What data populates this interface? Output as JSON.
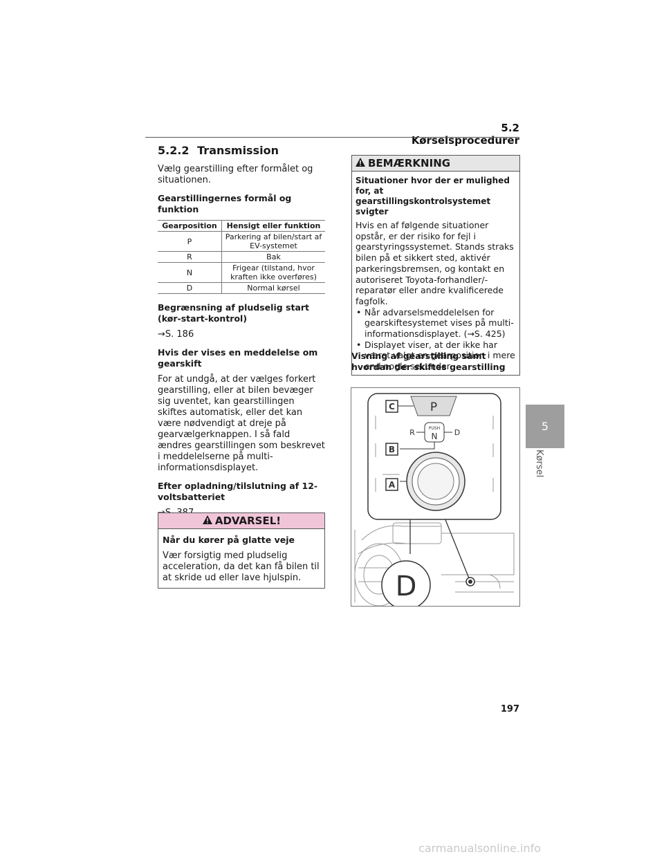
{
  "header": {
    "section": "5.2  Kørselsprocedurer"
  },
  "left": {
    "section_number": "5.2.2",
    "section_title": "Transmission",
    "intro": "Vælg gearstilling efter formålet og situationen.",
    "table_heading": "Gearstillingernes formål og funktion",
    "table": {
      "headers": [
        "Gearposition",
        "Hensigt eller funktion"
      ],
      "rows": [
        [
          "P",
          "Parkering af bilen/start af EV-systemet"
        ],
        [
          "R",
          "Bak"
        ],
        [
          "N",
          "Frigear (tilstand, hvor kraften ikke overføres)"
        ],
        [
          "D",
          "Normal kørsel"
        ]
      ]
    },
    "restrict_heading": "Begrænsning af pludselig start (kør-start-kontrol)",
    "restrict_ref": "→S. 186",
    "msg_heading": "Hvis der vises en meddelelse om gearskift",
    "msg_text": "For at undgå, at der vælges forkert gearstilling, eller at bilen bevæger sig uventet, kan gearstillingen skiftes automatisk, eller det kan være nødvendigt at dreje på gearvælgerknappen. I så fald ændres gearstillingen som beskrevet i meddelelserne på multi-informationsdisplayet.",
    "charge_heading": "Efter opladning/tilslutning af 12-voltsbatteriet",
    "charge_ref": "→S. 387"
  },
  "warning": {
    "title": "ADVARSEL!",
    "subtitle": "Når du kører på glatte veje",
    "text": "Vær forsigtig med pludselig acceleration, da det kan få bilen til at skride ud eller lave hjulspin."
  },
  "notice": {
    "title": "BEMÆRKNING",
    "subtitle": "Situationer hvor der er mulighed for, at gearstillingskontrolsystemet svigter",
    "text": "Hvis en af følgende situationer opstår, er der risiko for fejl i gearstyringssystemet. Stands straks bilen på et sikkert sted, aktivér parkeringsbremsen, og kontakt en autoriseret Toyota-forhandler/-reparatør eller andre kvalificerede fagfolk.",
    "bullets": [
      "Når advarselsmeddelelsen for gearskiftesystemet vises på multi-informationsdisplayet. (→S. 425)",
      "Displayet viser, at der ikke har været valgt en gearposition i mere end nogle sekunder."
    ]
  },
  "figure": {
    "caption": "Visning af gearstilling samt hvordan der skiftes gearstilling",
    "labels": {
      "c": "C",
      "b": "B",
      "a": "A",
      "p": "P",
      "r": "R",
      "n": "N",
      "d": "D",
      "push": "PUSH",
      "big_d": "D"
    }
  },
  "side": {
    "chapter": "5",
    "label": "Kørsel"
  },
  "page_number": "197",
  "watermark": "carmanualsonline.info",
  "colors": {
    "warning_bg": "#f1c5d8",
    "notice_bg": "#e6e6e6",
    "tab_bg": "#9e9e9e"
  },
  "icons": {
    "warning": "warning-triangle-icon",
    "notice": "notice-triangle-icon"
  }
}
